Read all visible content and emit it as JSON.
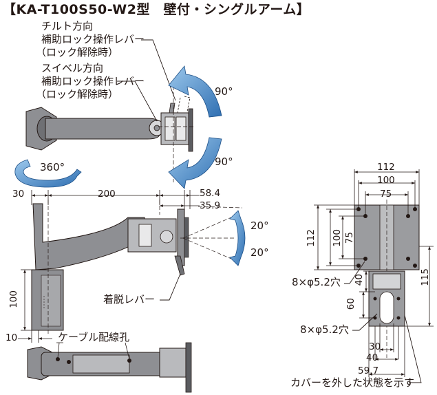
{
  "title": "【KA-T100S50-W2型　壁付・シングルアーム】",
  "callouts": {
    "tilt_lever": [
      "チルト方向",
      "補助ロック操作レバー",
      "（ロック解除時）"
    ],
    "swivel_lever": [
      "スイベル方向",
      "補助ロック操作レバー",
      "（ロック解除時）"
    ],
    "release_lever": "着脱レバー",
    "cable_hole": "ケーブル配線孔",
    "hole_upper": "8×φ5.2穴",
    "hole_lower": "8×φ5.2穴",
    "cover_note": "カバーを外した状態を示す"
  },
  "angles": {
    "tilt_up": "90°",
    "tilt_down": "90°",
    "rotation": "360°",
    "plate_up": "20°",
    "plate_down": "20°"
  },
  "dimensions": {
    "arm_30": "30",
    "arm_200": "200",
    "arm_58_4": "58.4",
    "arm_35_9": "35.9",
    "base_100": "100",
    "base_10": "10",
    "plate_w_112": "112",
    "plate_w_100": "100",
    "plate_w_75": "75",
    "plate_h_112": "112",
    "plate_h_100": "100",
    "plate_h_75": "75",
    "mount_40_side": "40",
    "mount_60": "60",
    "mount_115": "115",
    "mount_30": "30",
    "mount_40": "40",
    "mount_59_7": "59.7"
  },
  "colors": {
    "arm_gray": "#8e8f93",
    "arm_dark": "#5b5c60",
    "arrow_blue": "#3d7fc1",
    "line": "#231815"
  }
}
